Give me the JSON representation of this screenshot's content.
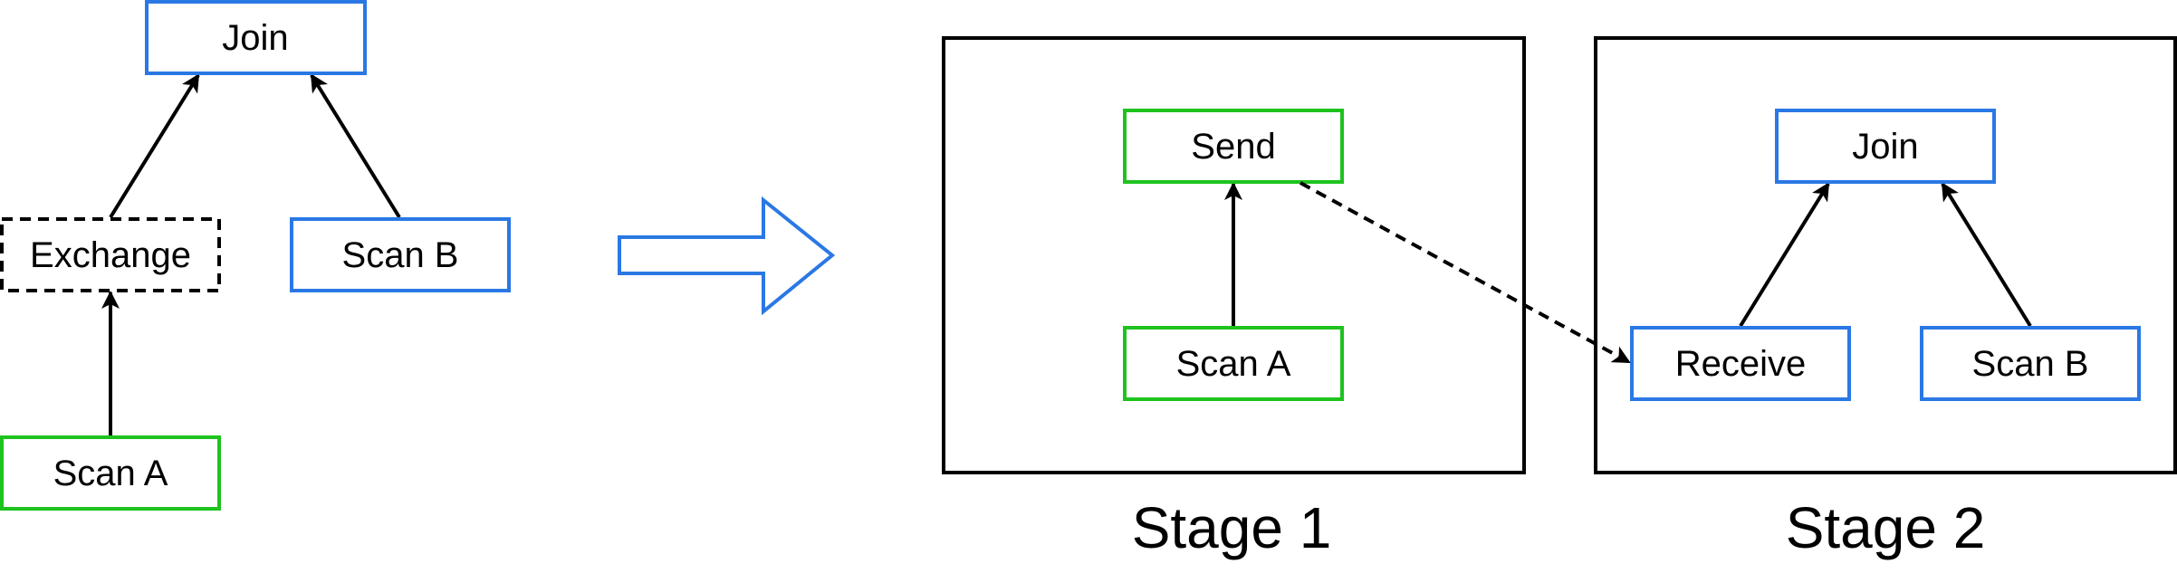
{
  "colors": {
    "green": "#1ec31e",
    "blue": "#2a78e4",
    "black": "#000000",
    "background": "#ffffff"
  },
  "left_plan": {
    "join": "Join",
    "exchange": "Exchange",
    "scan_a": "Scan A",
    "scan_b": "Scan B"
  },
  "stage1": {
    "title": "Stage 1",
    "send": "Send",
    "scan_a": "Scan A"
  },
  "stage2": {
    "title": "Stage 2",
    "join": "Join",
    "receive": "Receive",
    "scan_b": "Scan B"
  },
  "icons": {
    "transform": "right-arrow-icon"
  }
}
